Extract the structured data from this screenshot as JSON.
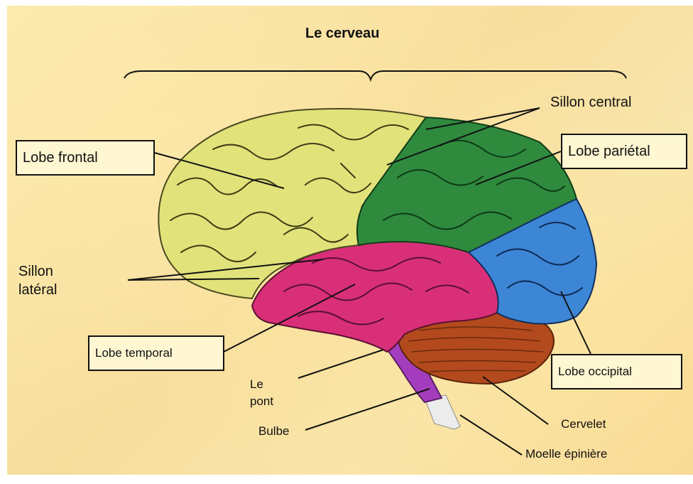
{
  "title": "Le cerveau",
  "labels": {
    "lobe_frontal": "Lobe frontal",
    "sillon_central": "Sillon central",
    "lobe_parietal": "Lobe pariétal",
    "sillon_lateral_1": "Sillon",
    "sillon_lateral_2": "latéral",
    "lobe_temporal": "Lobe temporal",
    "le_pont_1": "Le",
    "le_pont_2": "pont",
    "bulbe": "Bulbe",
    "lobe_occipital": "Lobe occipital",
    "cervelet": "Cervelet",
    "moelle": "Moelle épinière"
  },
  "colors": {
    "frontal": "#e2e27a",
    "parietal": "#2f8a3e",
    "occipital": "#3d86d6",
    "temporal": "#d92f79",
    "cervelet": "#b24a1d",
    "tronc": "#a43dbd",
    "moelle": "#ececec"
  }
}
